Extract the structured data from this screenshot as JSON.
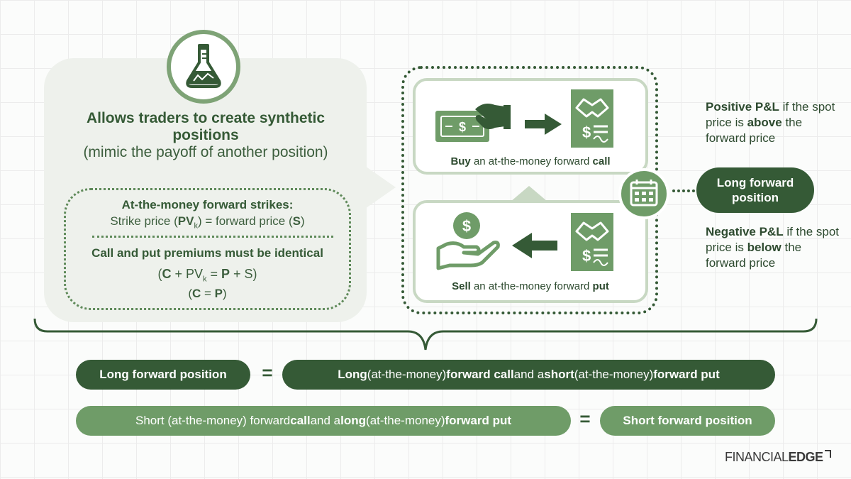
{
  "colors": {
    "dark_green": "#355a36",
    "mid_green": "#6f9c68",
    "light_green": "#c8d8c3",
    "bubble": "#eef1ec"
  },
  "left": {
    "icon": "flask-icon",
    "headline_bold": "Allows traders to create synthetic positions",
    "headline_normal": "(mimic the payoff of another position)",
    "strikes_title": "At-the-money forward strikes:",
    "strikes_text_a": "Strike price (",
    "strikes_pv": "PV",
    "strikes_sub": "k",
    "strikes_text_b": ") = forward price (",
    "strikes_s": "S",
    "strikes_text_c": ")",
    "premiums_title": "Call and put premiums must be identical",
    "formula1": {
      "open": "(",
      "c": "C",
      "mid1": " + PV",
      "sub": "k",
      "eq": " = ",
      "p": "P",
      "tail": " + S)"
    },
    "formula2": {
      "open": "(",
      "c": "C",
      "eq": " = ",
      "p": "P",
      "close": ")"
    }
  },
  "center": {
    "top_caption": {
      "bold": "Buy",
      "mid": " an at-the-money forward ",
      "end": "call"
    },
    "bottom_caption": {
      "bold": "Sell",
      "mid": " an at-the-money forward ",
      "end": "put"
    },
    "icons": [
      "cash-hand-icon",
      "arrow-right-icon",
      "contract-handshake-icon",
      "coin-hand-icon",
      "arrow-left-icon",
      "calendar-icon"
    ]
  },
  "right": {
    "positive": {
      "bold1": "Positive P&L",
      "t1": " if the spot price is ",
      "bold2": "above",
      "t2": " the forward price"
    },
    "pill": "Long forward position",
    "negative": {
      "bold1": "Negative P&L",
      "t1": " if the spot price is ",
      "bold2": "below",
      "t2": " the forward price"
    }
  },
  "equations": {
    "long_position": "Long forward position",
    "equals": "=",
    "long_eq": {
      "a": "Long",
      "b": " (at-the-money) ",
      "c": "forward call",
      "d": " and a ",
      "e": "short",
      "f": " (at-the-money) ",
      "g": "forward put"
    },
    "short_eq": {
      "a": "Short (at-the-money) forward ",
      "b": "call",
      "c": " and a ",
      "d": "long",
      "e": " (at-the-money) ",
      "f": "forward put"
    },
    "short_position": "Short forward position"
  },
  "brand": {
    "a": "FINANCIAL",
    "b": "EDGE"
  }
}
